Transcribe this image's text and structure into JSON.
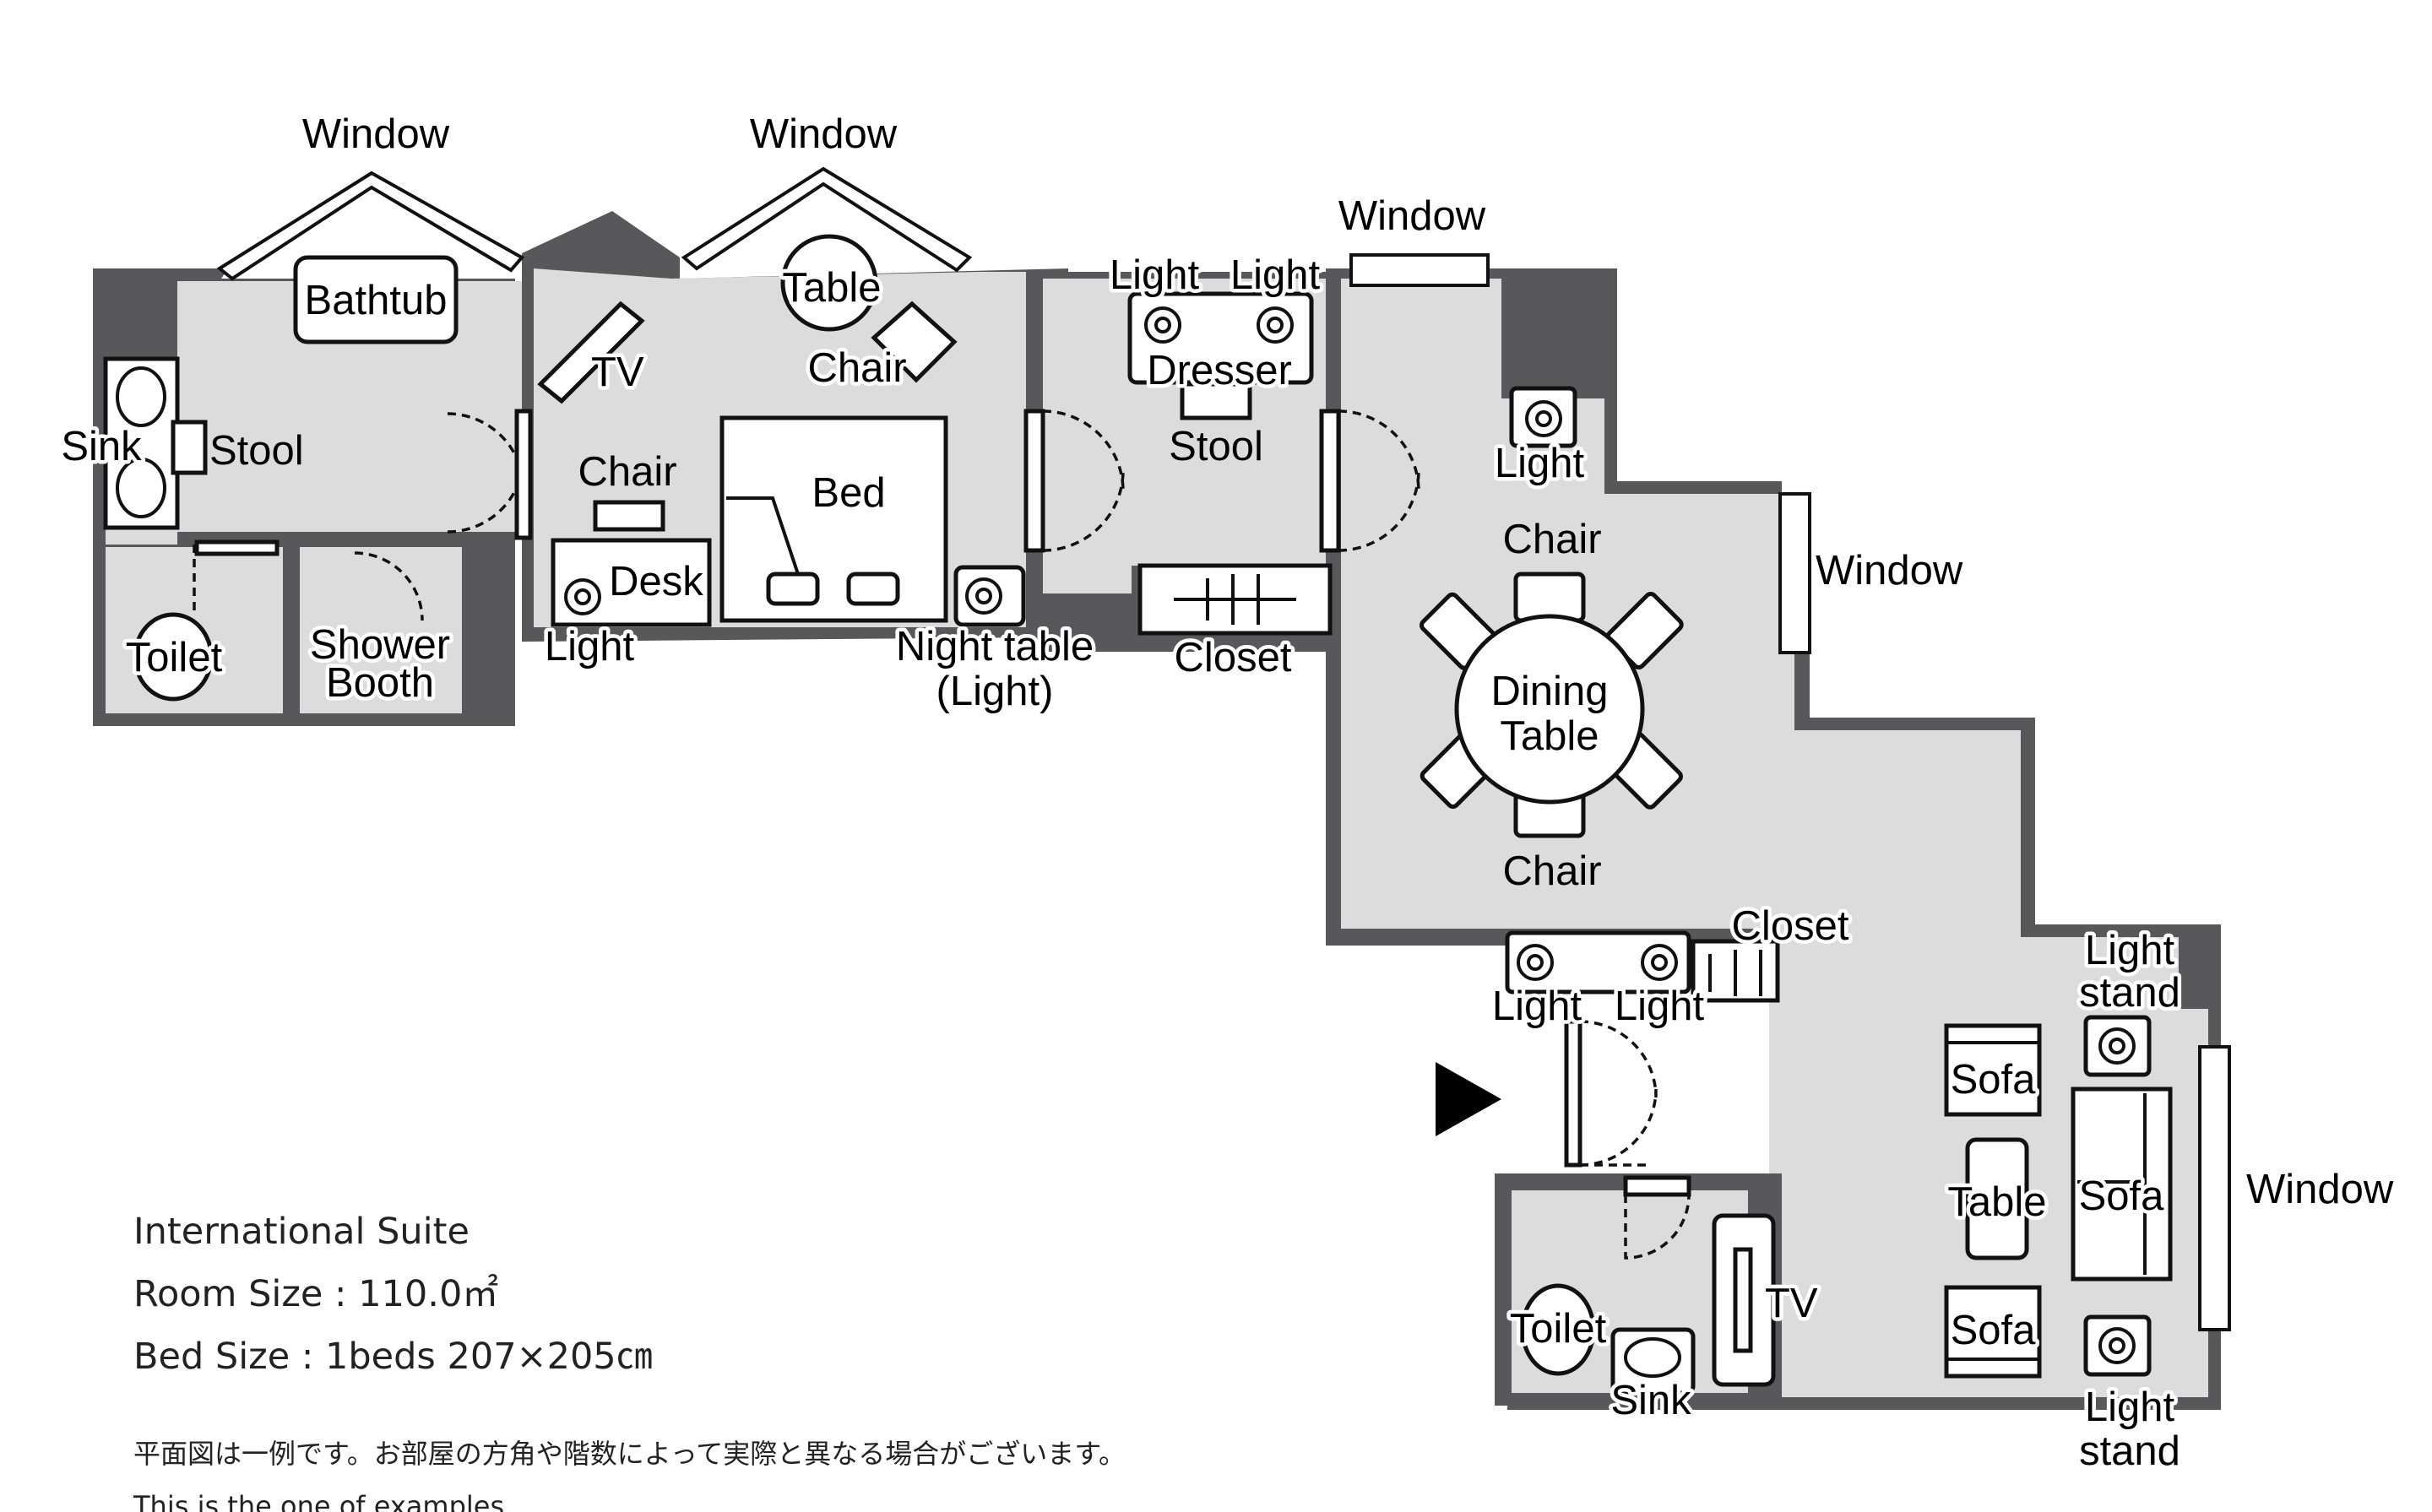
{
  "labels": {
    "window": "Window",
    "bathtub": "Bathtub",
    "sink": "Sink",
    "stool": "Stool",
    "toilet": "Toilet",
    "shower_booth_1": "Shower",
    "shower_booth_2": "Booth",
    "tv": "TV",
    "table": "Table",
    "chair": "Chair",
    "bed": "Bed",
    "desk": "Desk",
    "light": "Light",
    "night_table": "Night table",
    "night_table_light": "(Light)",
    "dresser": "Dresser",
    "closet": "Closet",
    "dining_table_1": "Dining",
    "dining_table_2": "Table",
    "light_stand_1": "Light",
    "light_stand_2": "stand",
    "sofa": "Sofa"
  },
  "info": {
    "room_name": "International Suite",
    "room_size": "Room Size : 110.0㎡",
    "bed_size": "Bed Size : 1beds 207×205㎝",
    "note_ja": "平面図は一例です。お部屋の方角や階数によって実際と異なる場合がございます。",
    "note_en": "This is the one of examples."
  },
  "colors": {
    "wall": "#58575a",
    "floor": "#dcdcdc",
    "background": "#ffffff"
  }
}
